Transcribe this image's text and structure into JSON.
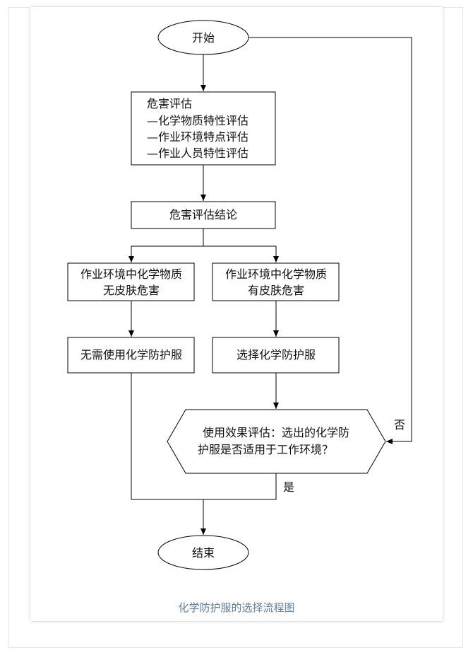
{
  "nodes": {
    "start": "开始",
    "hazard_assessment": {
      "title": "危害评估",
      "items": [
        "—化学物质特性评估",
        "—作业环境特点评估",
        "—作业人员特性评估"
      ]
    },
    "conclusion": "危害评估结论",
    "no_hazard": [
      "作业环境中化学物质",
      "无皮肤危害"
    ],
    "has_hazard": [
      "作业环境中化学物质",
      "有皮肤危害"
    ],
    "no_suit": "无需使用化学防护服",
    "choose_suit": "选择化学防护服",
    "evaluation": [
      "使用效果评估：选出的化学防",
      "护服是否适用于工作环境？"
    ],
    "end": "结束"
  },
  "edge_labels": {
    "no": "否",
    "yes": "是"
  },
  "caption": "化学防护服的选择流程图",
  "colors": {
    "stroke": "#000000",
    "caption": "#5b7fa6"
  }
}
